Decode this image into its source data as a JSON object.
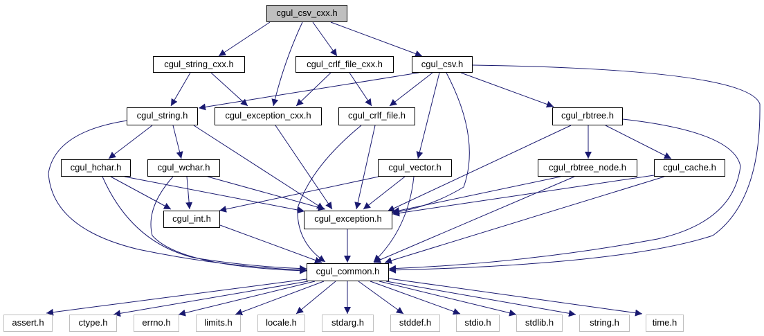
{
  "nodes": {
    "root": "cgul_csv_cxx.h",
    "string_cxx": "cgul_string_cxx.h",
    "crlf_file_cxx": "cgul_crlf_file_cxx.h",
    "csv": "cgul_csv.h",
    "string": "cgul_string.h",
    "exception_cxx": "cgul_exception_cxx.h",
    "crlf_file": "cgul_crlf_file.h",
    "rbtree": "cgul_rbtree.h",
    "hchar": "cgul_hchar.h",
    "wchar": "cgul_wchar.h",
    "vector": "cgul_vector.h",
    "rbtree_node": "cgul_rbtree_node.h",
    "cache": "cgul_cache.h",
    "int": "cgul_int.h",
    "exception": "cgul_exception.h",
    "common": "cgul_common.h",
    "assert": "assert.h",
    "ctype": "ctype.h",
    "errno": "errno.h",
    "limits": "limits.h",
    "locale": "locale.h",
    "stdarg": "stdarg.h",
    "stddef": "stddef.h",
    "stdio": "stdio.h",
    "stdlib": "stdlib.h",
    "stringh": "string.h",
    "time": "time.h"
  },
  "colors": {
    "edge": "#191970",
    "root_fill": "#bfbfbf",
    "system_border": "#bfbfbf"
  }
}
